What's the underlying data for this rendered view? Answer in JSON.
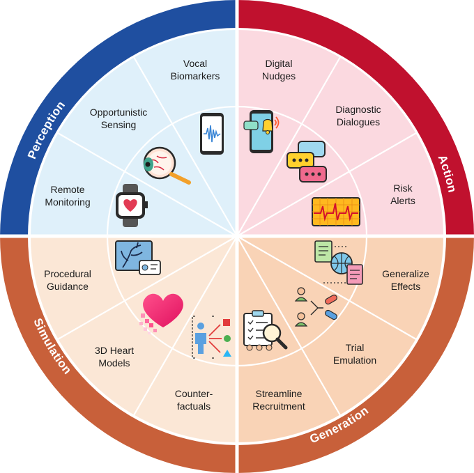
{
  "quadrants": {
    "perception": {
      "title": "Perception",
      "color": "#1f4fa0",
      "fill": "#dff0fa",
      "items": [
        {
          "line1": "Vocal",
          "line2": "Biomarkers",
          "icon": "smartphone-waveform-icon"
        },
        {
          "line1": "Opportunistic",
          "line2": "Sensing",
          "icon": "eye-magnifier-icon"
        },
        {
          "line1": "Remote",
          "line2": "Monitoring",
          "icon": "smartwatch-heart-icon"
        }
      ]
    },
    "action": {
      "title": "Action",
      "color": "#c0112e",
      "fill": "#fbd9e0",
      "items": [
        {
          "line1": "Digital",
          "line2": "Nudges",
          "icon": "phone-notification-icon"
        },
        {
          "line1": "Diagnostic",
          "line2": "Dialogues",
          "icon": "chat-bubbles-icon"
        },
        {
          "line1": "Risk",
          "line2": "Alerts",
          "icon": "ecg-alert-icon"
        }
      ]
    },
    "generation": {
      "title": "Generation",
      "color": "#c8603a",
      "fill": "#f9d3b6",
      "items": [
        {
          "line1": "Generalize",
          "line2": "Effects",
          "icon": "globe-documents-icon"
        },
        {
          "line1": "Trial",
          "line2": "Emulation",
          "icon": "population-pills-icon"
        },
        {
          "line1": "Streamline",
          "line2": "Recruitment",
          "icon": "clipboard-search-people-icon"
        }
      ]
    },
    "simulation": {
      "title": "Simulation",
      "color": "#c8603a",
      "fill": "#fbe7d6",
      "items": [
        {
          "line1": "Procedural",
          "line2": "Guidance",
          "icon": "angiogram-screen-icon"
        },
        {
          "line1": "3D Heart",
          "line2": "Models",
          "icon": "pixel-heart-icon"
        },
        {
          "line1": "Counter-",
          "line2": "factuals",
          "icon": "person-branching-outcomes-icon"
        }
      ]
    }
  }
}
